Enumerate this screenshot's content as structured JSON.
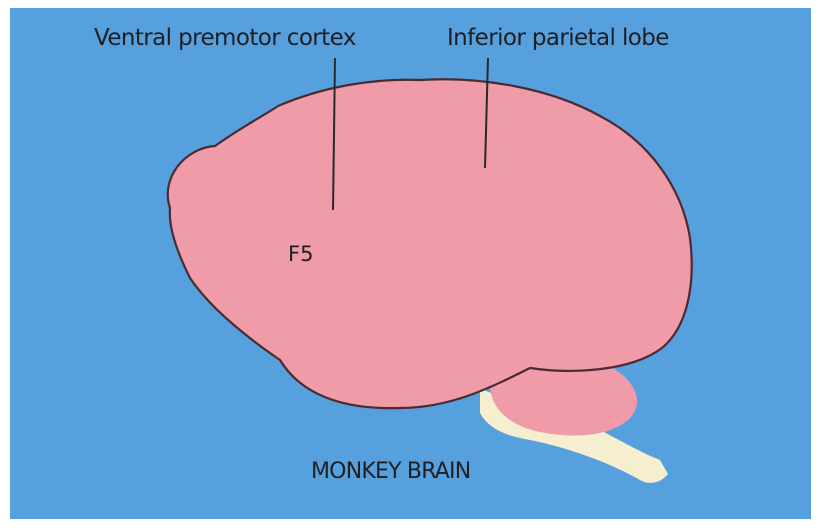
{
  "colors": {
    "background": "#57a0de",
    "brain": "#ef9ba8",
    "brain_outline": "#4a2a33",
    "premotor_strip": "#f28c8f",
    "parietal_lobe": "#f7b56a",
    "f5_area": "#a6a3bd",
    "brainstem": "#f5efcf"
  },
  "labels": {
    "ventral_premotor": "Ventral premotor cortex",
    "inferior_parietal": "Inferior parietal lobe",
    "f5": "F5",
    "title": "MONKEY BRAIN"
  }
}
